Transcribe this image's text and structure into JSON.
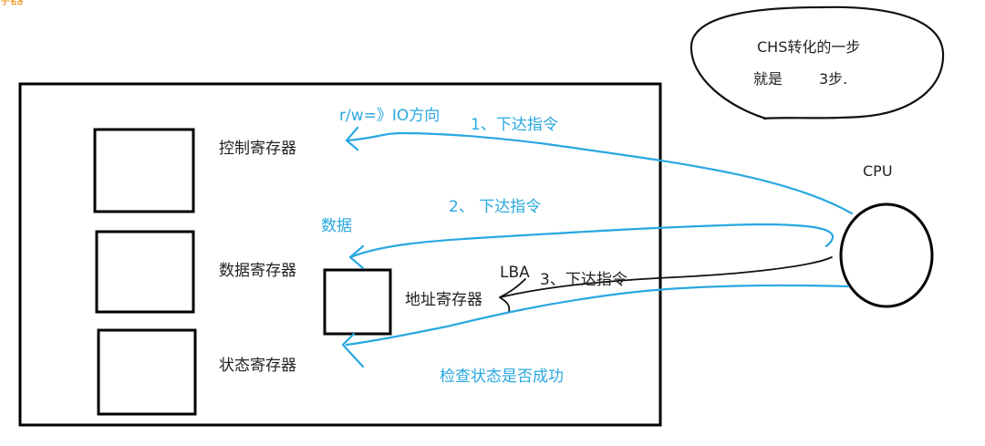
{
  "corner_fragment": "存器",
  "registers": {
    "control": "控制寄存器",
    "data": "数据寄存器",
    "status": "状态寄存器",
    "address": "地址寄存器"
  },
  "cpu_label": "CPU",
  "note": {
    "line1": "CHS转化的一步",
    "line2_a": "就是",
    "line2_b": "3步."
  },
  "steps": {
    "step1": "1、下达指令",
    "step1_note": "r/w=》IO方向",
    "step2": "2、 下达指令",
    "step2_note": "数据",
    "step3": "3、下达指令",
    "step3_note": "LBA",
    "step4": "检查状态是否成功"
  },
  "colors": {
    "annotation": "#29a8e0",
    "outline": "#000000",
    "address_arrow": "#111111"
  }
}
